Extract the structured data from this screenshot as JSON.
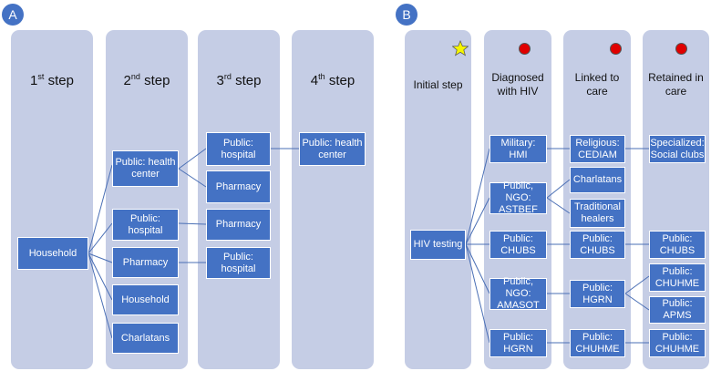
{
  "panels": {
    "a": {
      "badge": "A",
      "columns": [
        "1",
        "2",
        "3",
        "4"
      ],
      "ordinals": [
        "st",
        "nd",
        "rd",
        "th"
      ],
      "step_word": "step",
      "nodes": {
        "household_root": "Household",
        "public_health_center": "Public: health\ncenter",
        "public_hospital_2": "Public:\nhospital",
        "pharmacy_2": "Pharmacy",
        "household_2": "Household",
        "charlatans_2": "Charlatans",
        "public_hospital_3a": "Public:\nhospital",
        "pharmacy_3a": "Pharmacy",
        "pharmacy_3b": "Pharmacy",
        "public_hospital_3b": "Public:\nhospital",
        "public_health_center_4": "Public: health\ncenter"
      }
    },
    "b": {
      "badge": "B",
      "columns": [
        "Initial step",
        "Diagnosed\nwith HIV",
        "Linked to\ncare",
        "Retained\nin care"
      ],
      "nodes": {
        "hiv_testing": "HIV testing",
        "military_hmi": "Military:\nHMI",
        "public_ngo_astbef": "Public, NGO:\nASTBEF",
        "public_chubs_d": "Public:\nCHUBS",
        "public_ngo_amasot": "Public, NGO:\nAMASOT",
        "public_hgrn_d": "Public:\nHGRN",
        "religious_cediam": "Religious:\nCEDIAM",
        "charlatans_l": "Charlatans",
        "traditional_healers": "Traditional\nhealers",
        "public_chubs_l": "Public:\nCHUBS",
        "public_hgrn_l": "Public:\nHGRN",
        "public_chuhme_l": "Public:\nCHUHME",
        "specialized_social_clubs": "Specialized:\nSocial clubs",
        "public_chubs_r": "Public:\nCHUBS",
        "public_chuhme_r1": "Public:\nCHUHME",
        "public_apms": "Public: APMS",
        "public_chuhme_r2": "Public:\nCHUHME"
      }
    }
  },
  "colors": {
    "column_bg": "#c5cde5",
    "node_bg": "#4472c4",
    "badge_bg": "#4472c4",
    "star": "#f5f500",
    "dot": "#e00000",
    "link": "#4a6fb5"
  },
  "icons": {
    "initial_marker": "star-icon",
    "stage_marker": "red-dot-icon"
  }
}
